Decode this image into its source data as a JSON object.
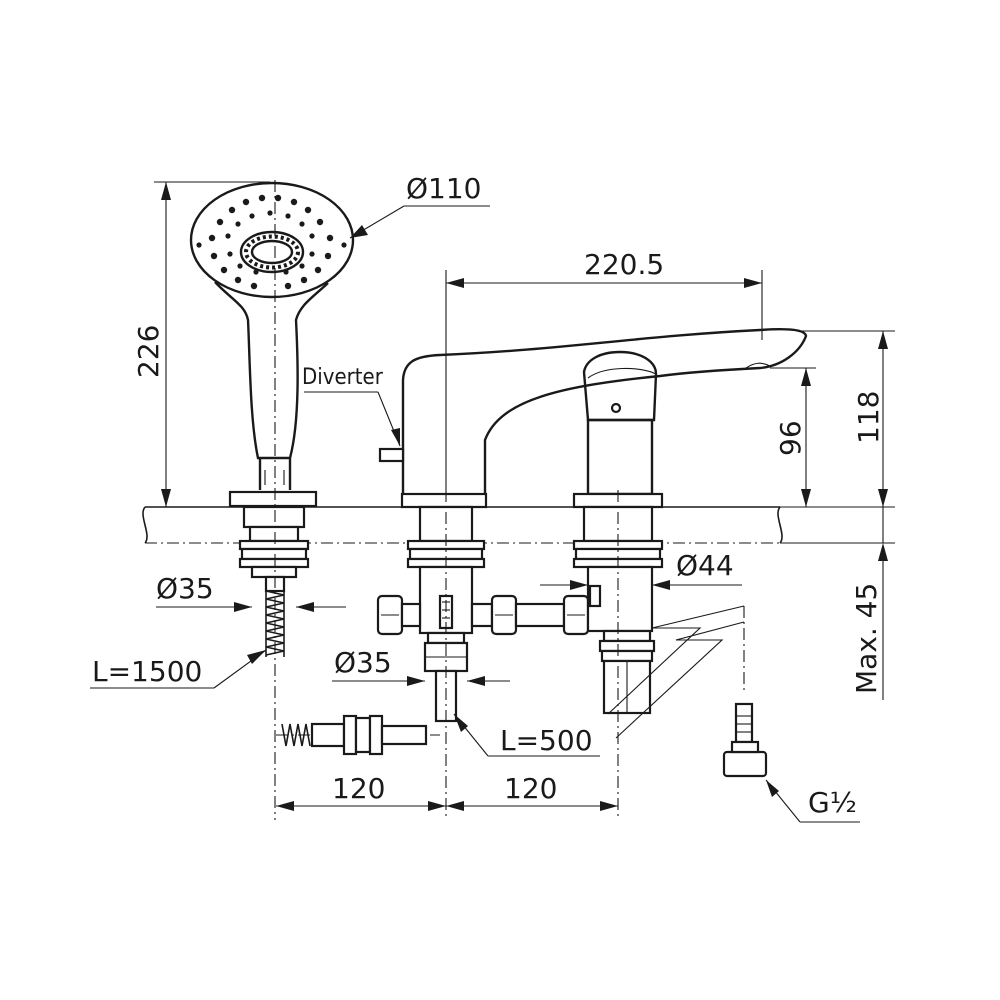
{
  "diagram": {
    "labels": {
      "head_diameter": "Ø110",
      "handshower_height": "226",
      "spout_reach": "220.5",
      "diverter": "Diverter",
      "spout_height_96": "96",
      "overall_height_118": "118",
      "body_diameter_44": "Ø44",
      "max_deck": "Max. 45",
      "hose_hole_35": "Ø35",
      "hose_length_1500": "L=1500",
      "inlet_hole_35": "Ø35",
      "hose_length_500": "L=500",
      "spacing_left_120": "120",
      "spacing_right_120": "120",
      "thread_g12": "G½"
    }
  }
}
